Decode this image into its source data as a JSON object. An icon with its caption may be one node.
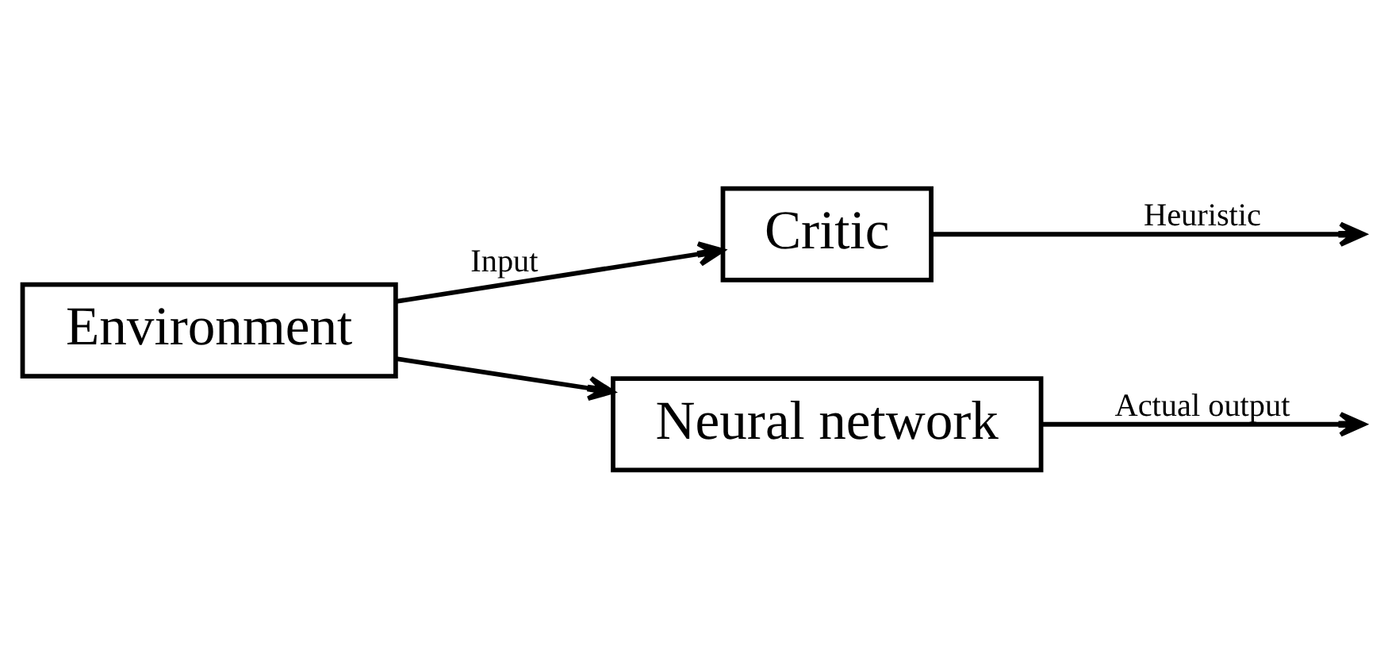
{
  "diagram": {
    "nodes": [
      {
        "text": [
          "Environment"
        ]
      },
      {
        "text": [
          "Critic"
        ]
      },
      {
        "text": [
          "Neural network"
        ]
      }
    ],
    "edges": [
      {
        "from": 0,
        "to": 1,
        "arrow": "to",
        "label": "Input"
      },
      {
        "from": 0,
        "to": 2,
        "arrow": "to"
      },
      {
        "from": 1,
        "to": null,
        "arrow": "to",
        "label": "Heuristic"
      },
      {
        "from": 2,
        "to": null,
        "arrow": "to",
        "label": "Actual output"
      }
    ]
  }
}
